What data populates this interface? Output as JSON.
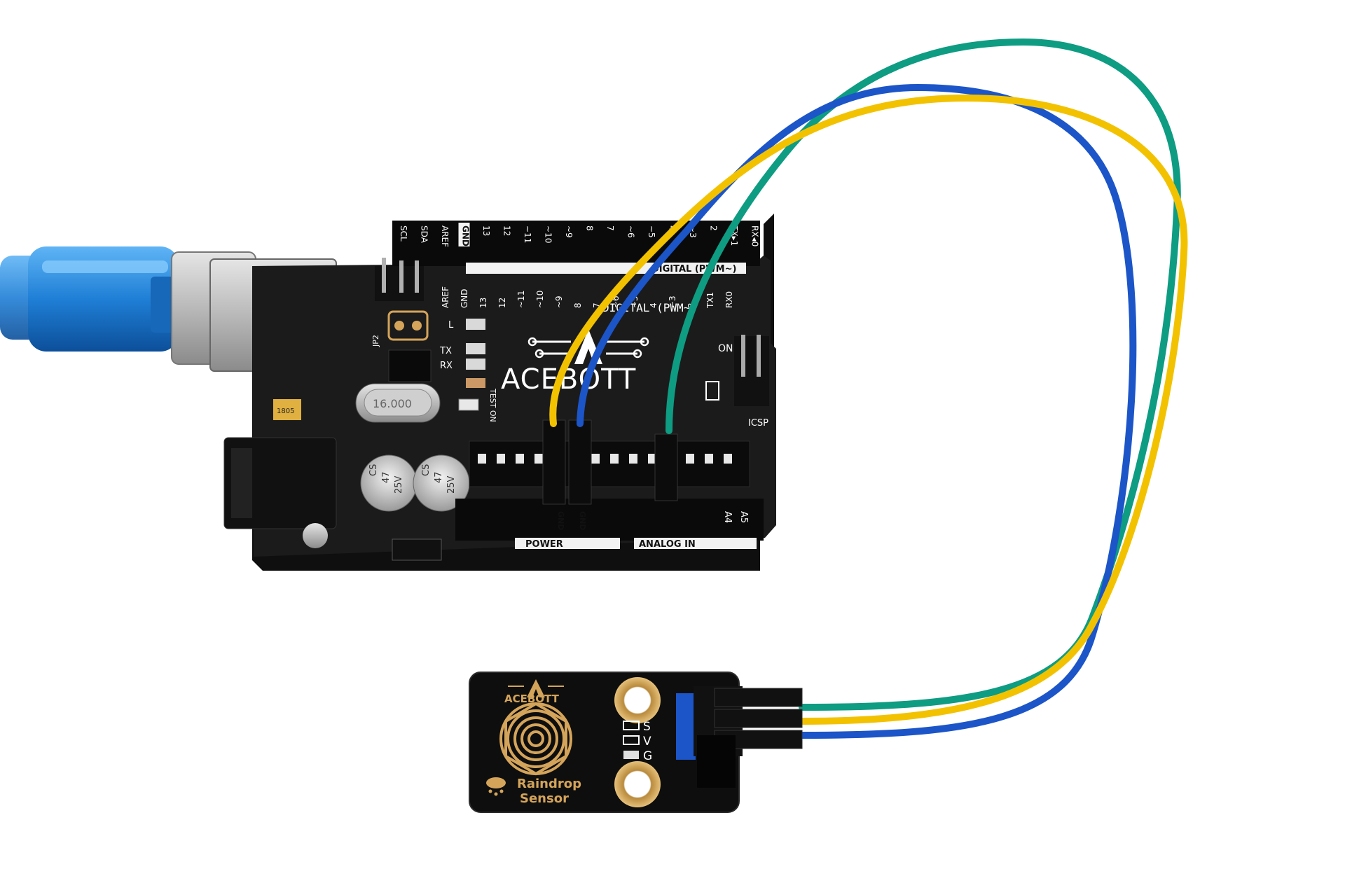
{
  "board": {
    "brand": "ACEBOTT",
    "top_pins": [
      "SCL",
      "SDA",
      "AREF",
      "GND",
      "13",
      "12",
      "~11",
      "~10",
      "~9",
      "8",
      "7",
      "~6",
      "~5",
      "4",
      "~3",
      "2",
      "TX▸1",
      "RX◂0"
    ],
    "digital_label_top": "DIGITAL (PWM~)",
    "inner_pins": [
      "AREF",
      "GND",
      "13",
      "12",
      "~11",
      "~10",
      "~9",
      "8",
      "7",
      "~6",
      "~5",
      "4",
      "~3",
      "2",
      "TX1",
      "RX0"
    ],
    "digital_label_inner": "DIGITAL (PWM~)",
    "led_l": "L",
    "led_tx": "TX",
    "led_rx": "RX",
    "test_on": "TEST ON",
    "jp2": "JP2",
    "crystal": "16.000",
    "cap_1": [
      "CS",
      "47",
      "25V"
    ],
    "cap_2": [
      "CS",
      "47",
      "25V"
    ],
    "fuse": "1805",
    "on_label": "ON",
    "icsp_label": "ICSP",
    "bottom_pins": [
      "GND",
      "GND",
      "A4",
      "A5"
    ],
    "power_label": "POWER",
    "analog_label": "ANALOG IN"
  },
  "sensor": {
    "brand": "ACEBOTT",
    "pins": [
      "S",
      "V",
      "G"
    ],
    "title_line1": "Raindrop",
    "title_line2": "Sensor"
  },
  "colors": {
    "background": "#ffffff",
    "board": "#1b1b1b",
    "header": "#0c0c0c",
    "gold": "#d4a45a",
    "wire_yellow": "#f2c200",
    "wire_blue": "#1c55c8",
    "wire_green": "#0e9c82",
    "usb_cable": "#2f8fe0"
  }
}
